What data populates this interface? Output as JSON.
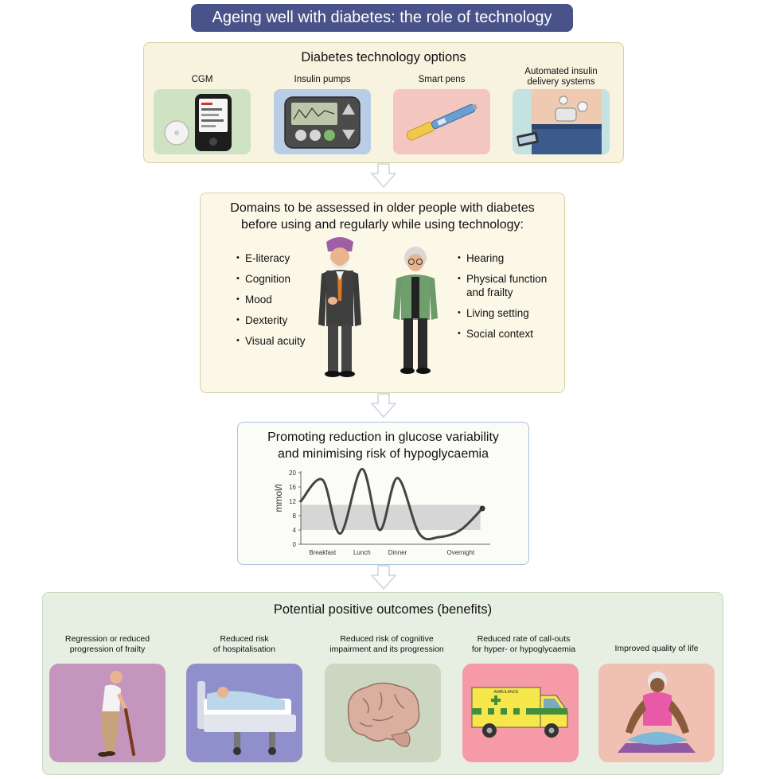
{
  "title": "Ageing well with diabetes: the role of technology",
  "tech": {
    "heading": "Diabetes technology options",
    "items": [
      {
        "label": "CGM",
        "color": "#cfe3c3"
      },
      {
        "label": "Insulin pumps",
        "color": "#b9cde6"
      },
      {
        "label": "Smart pens",
        "color": "#f4c6c0"
      },
      {
        "label": "Automated insulin delivery systems",
        "color": "#c3e2e1"
      }
    ]
  },
  "domains": {
    "heading_line1": "Domains to be assessed in older people with diabetes",
    "heading_line2": "before using and regularly while using technology:",
    "left": [
      "E-literacy",
      "Cognition",
      "Mood",
      "Dexterity",
      "Visual acuity"
    ],
    "right": [
      "Hearing",
      "Physical function and frailty",
      "Living setting",
      "Social context"
    ]
  },
  "glucose": {
    "heading_line1": "Promoting reduction in glucose variability",
    "heading_line2": "and minimising risk of hypoglycaemia",
    "chart_data": {
      "type": "line",
      "ylabel": "mmol/l",
      "ylim": [
        0,
        20
      ],
      "yticks": [
        "0",
        "4",
        "8",
        "12",
        "16",
        "20"
      ],
      "categories": [
        "Breakfast",
        "Lunch",
        "Dinner",
        "Overnight"
      ],
      "target_range": [
        4,
        11
      ],
      "x": [
        0,
        0.55,
        1,
        1.55,
        2,
        2.45,
        3,
        3.5,
        4.05,
        4.6
      ],
      "y": [
        12,
        18,
        3,
        21,
        4,
        18.5,
        3,
        2,
        4,
        10
      ]
    }
  },
  "outcomes": {
    "heading": "Potential positive outcomes (benefits)",
    "items": [
      {
        "line1": "Regression or reduced",
        "line2": "progression of frailty",
        "color": "#c495bd"
      },
      {
        "line1": "Reduced risk",
        "line2": "of hospitalisation",
        "color": "#8e8fcb"
      },
      {
        "line1": "Reduced risk of cognitive",
        "line2": "impairment and its progression",
        "color": "#cbd7c1"
      },
      {
        "line1": "Reduced rate of call-outs",
        "line2": "for hyper- or hypoglycaemia",
        "color": "#f59aa6"
      },
      {
        "line1": "Improved quality of life",
        "line2": "",
        "color": "#f0c0b2"
      }
    ],
    "ambulance_text": "AMBULANCE"
  }
}
